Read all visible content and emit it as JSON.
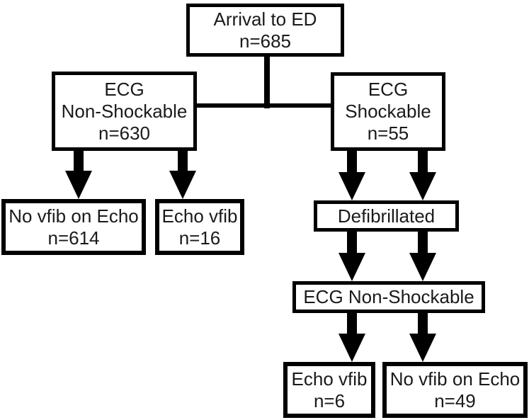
{
  "colors": {
    "border": "#000000",
    "bg": "#ffffff",
    "text": "#1a1a1a",
    "arrow": "#000000"
  },
  "nodes": {
    "arrival": {
      "lines": [
        "Arrival to ED",
        "n=685"
      ]
    },
    "ecg_nonshock": {
      "lines": [
        "ECG",
        "Non-Shockable",
        "n=630"
      ]
    },
    "ecg_shock": {
      "lines": [
        "ECG",
        "Shockable",
        "n=55"
      ]
    },
    "novfib_left": {
      "lines": [
        "No vfib on Echo",
        "n=614"
      ]
    },
    "echovfib_left": {
      "lines": [
        "Echo vfib",
        "n=16"
      ]
    },
    "defibrillated": {
      "lines": [
        "Defibrillated"
      ]
    },
    "ecg_nonshock_2": {
      "lines": [
        "ECG Non-Shockable"
      ]
    },
    "echovfib_right": {
      "lines": [
        "Echo vfib",
        "n=6"
      ]
    },
    "novfib_right": {
      "lines": [
        "No vfib on Echo",
        "n=49"
      ]
    }
  }
}
